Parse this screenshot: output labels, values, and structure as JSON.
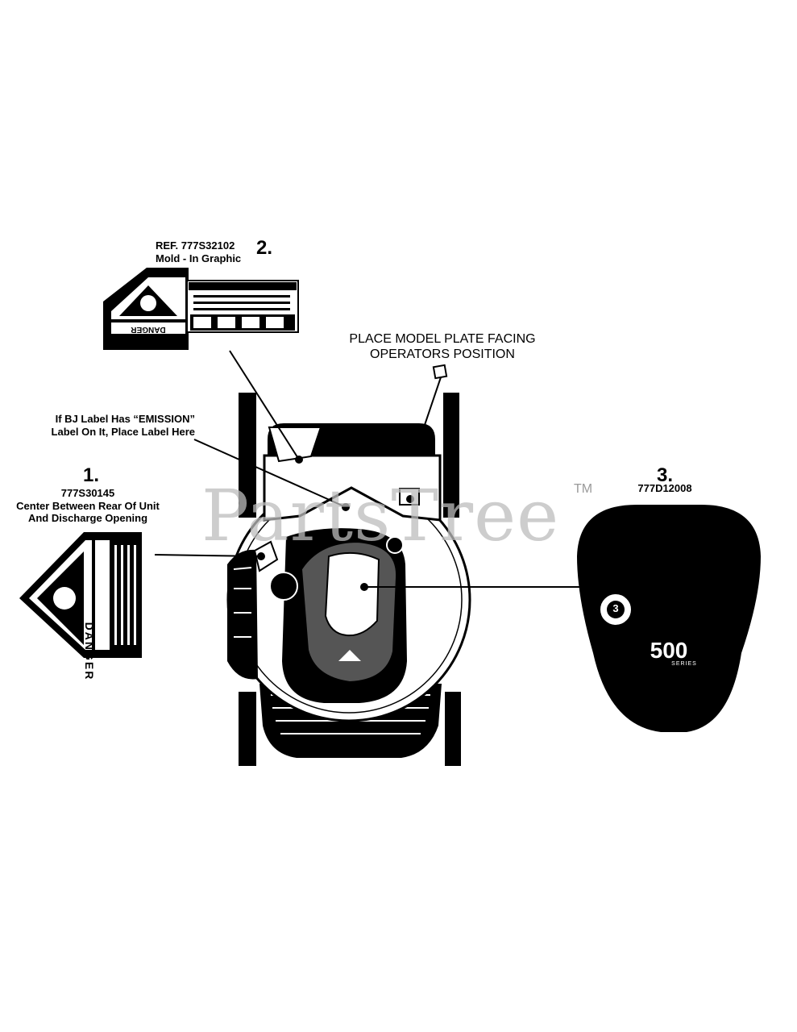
{
  "callouts": {
    "part1": {
      "number": "1.",
      "ref": "777S30145",
      "line1": "Center Between Rear Of Unit",
      "line2": "And Discharge Opening"
    },
    "part2": {
      "ref": "REF. 777S32102",
      "number": "2.",
      "note": "Mold - In Graphic"
    },
    "part3": {
      "number": "3.",
      "ref": "777D12008"
    },
    "emission": {
      "line1": "If BJ Label Has “EMISSION”",
      "line2": "Label On It, Place Label Here"
    },
    "model_plate": {
      "line1": "PLACE MODEL PLATE FACING",
      "line2": "OPERATORS POSITION"
    }
  },
  "labels": {
    "danger_word": "DANGER",
    "cover_series_number": "500",
    "cover_series_word": "SERIES",
    "badge_number": "3"
  },
  "watermark": {
    "text": "PartsTree",
    "trademark": "TM"
  },
  "colors": {
    "ink": "#000000",
    "paper": "#ffffff",
    "watermark": "#bdbdbd"
  }
}
